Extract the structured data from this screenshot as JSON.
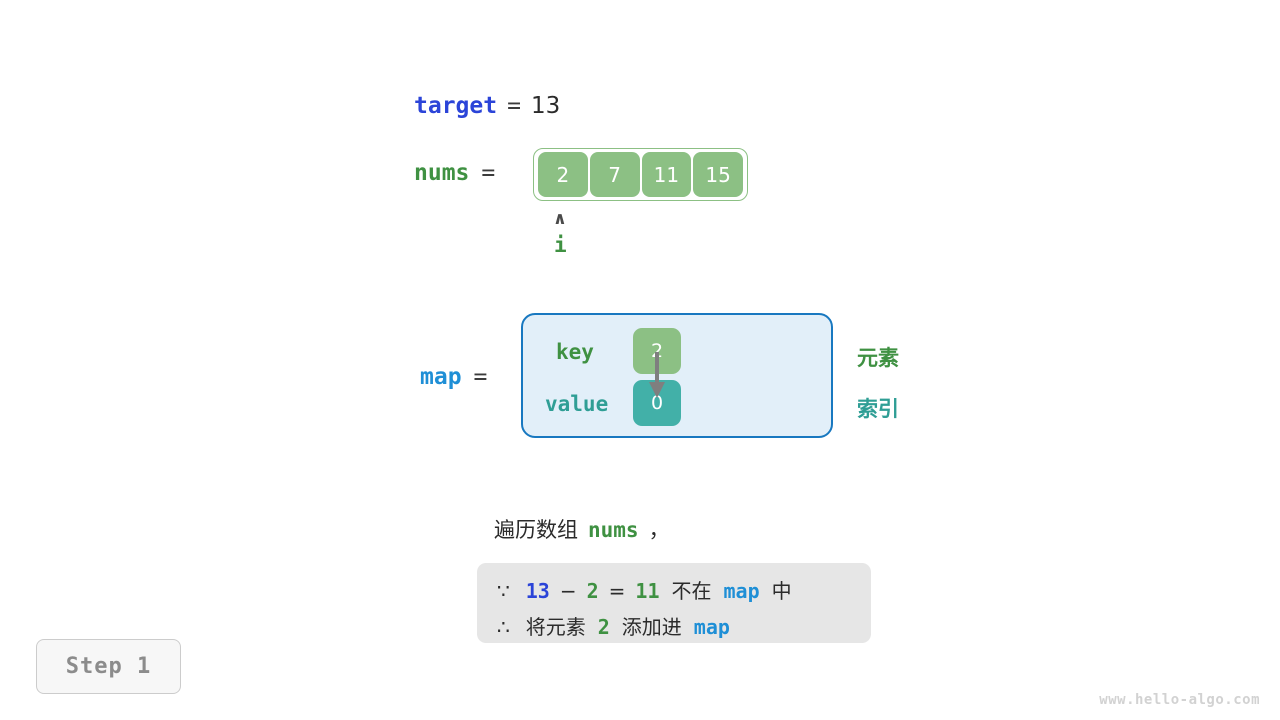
{
  "variables": {
    "target": {
      "name": "target",
      "equals": "=",
      "value": "13"
    },
    "nums": {
      "name": "nums",
      "equals": "=",
      "cells": [
        "2",
        "7",
        "11",
        "15"
      ]
    },
    "map": {
      "name": "map",
      "equals": "=",
      "key_label": "key",
      "value_label": "value",
      "key_cell": "2",
      "value_cell": "0"
    }
  },
  "pointer": {
    "caret": "∧",
    "label": "i"
  },
  "legend": {
    "element": "元素",
    "index": "索引"
  },
  "caption": {
    "prefix": "遍历数组",
    "code": "nums",
    "suffix": "，"
  },
  "note": {
    "line1": {
      "symbol": "∵",
      "a": "13",
      "minus": "−",
      "b": "2",
      "eq": "=",
      "result": "11",
      "text": "不在",
      "map": "map",
      "tail": "中"
    },
    "line2": {
      "symbol": "∴",
      "text1": "将元素",
      "num": "2",
      "text2": "添加进",
      "map": "map"
    }
  },
  "step_badge": "Step 1",
  "watermark": "www.hello-algo.com",
  "colors": {
    "array_green": "#8cc084",
    "value_teal": "#42b0a8",
    "map_border_blue": "#1878c0",
    "map_fill_blue": "#e2eff9",
    "keyword_blue": "#2b44d8",
    "map_blue": "#1f8fd6",
    "keyword_green": "#3f9142",
    "teal_text": "#2f9e95",
    "note_bg": "#e6e6e6",
    "badge_text": "#8c8c8c",
    "watermark": "#d2d2d2"
  }
}
